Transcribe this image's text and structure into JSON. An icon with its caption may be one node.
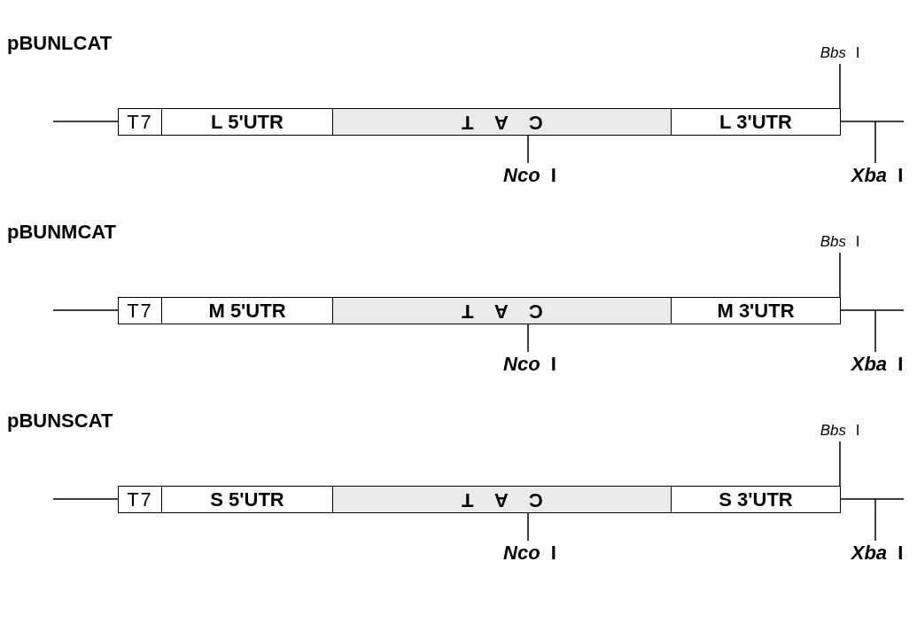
{
  "diagram": {
    "nodes": [
      {
        "text": [
          "*Bbs* I"
        ]
      },
      {
        "text": [
          "T7"
        ]
      },
      {
        "text": [
          "L 5'UTR"
        ]
      },
      {
        "text": [
          "C A T"
        ]
      },
      {
        "text": [
          "L 3'UTR"
        ]
      },
      {
        "text": [
          "*Nco* I"
        ]
      },
      {
        "text": [
          "*Xba* I"
        ]
      },
      {
        "text": [
          "*Bbs* I"
        ]
      },
      {
        "text": [
          "T7"
        ]
      },
      {
        "text": [
          "M 5'UTR"
        ]
      },
      {
        "text": [
          "C A T"
        ]
      },
      {
        "text": [
          "M 3'UTR"
        ]
      },
      {
        "text": [
          "*Nco* I"
        ]
      },
      {
        "text": [
          "*Xba* I"
        ]
      },
      {
        "text": [
          "*Bbs* I"
        ]
      },
      {
        "text": [
          "T7"
        ]
      },
      {
        "text": [
          "S 5'UTR"
        ]
      },
      {
        "text": [
          "C A T"
        ]
      },
      {
        "text": [
          "S 3'UTR"
        ]
      },
      {
        "text": [
          "*Nco* I"
        ]
      },
      {
        "text": [
          "*Xba* I"
        ]
      }
    ],
    "edges": [
      {
        "from": 0,
        "to": 4,
        "arrow": "none"
      },
      {
        "from": 5,
        "to": 3,
        "arrow": "none"
      },
      {
        "from": 6,
        "to": null,
        "arrow": "none"
      },
      {
        "from": 7,
        "to": 11,
        "arrow": "none"
      },
      {
        "from": 12,
        "to": 10,
        "arrow": "none"
      },
      {
        "from": 13,
        "to": null,
        "arrow": "none"
      },
      {
        "from": 14,
        "to": 18,
        "arrow": "none"
      },
      {
        "from": 19,
        "to": 17,
        "arrow": "none"
      },
      {
        "from": 20,
        "to": null,
        "arrow": "none"
      }
    ],
    "labels": [
      "pBUNLCAT",
      "pBUNMCAT",
      "pBUNSCAT"
    ]
  }
}
